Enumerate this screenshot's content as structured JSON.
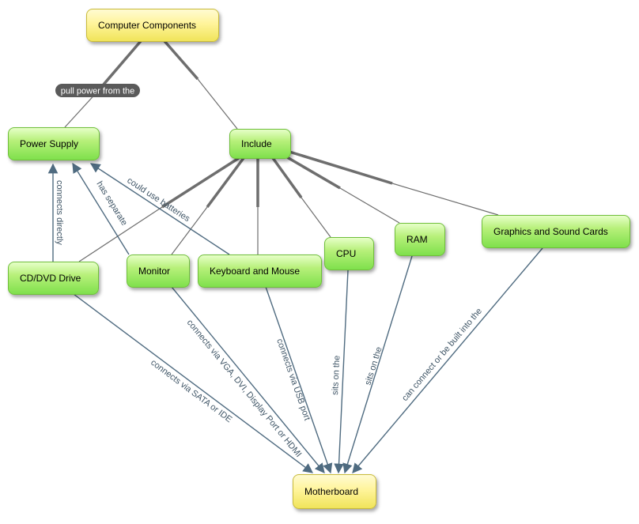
{
  "nodes": {
    "computer_components": "Computer Components",
    "power_supply": "Power Supply",
    "include": "Include",
    "cd_dvd_drive": "CD/DVD Drive",
    "monitor": "Monitor",
    "keyboard_mouse": "Keyboard and Mouse",
    "cpu": "CPU",
    "ram": "RAM",
    "graphics_sound": "Graphics and Sound Cards",
    "motherboard": "Motherboard"
  },
  "links": {
    "pull_power": "pull power from the",
    "connects_directly": "connects directly",
    "has_separate": "has separate",
    "could_use_batteries": "could use batteries",
    "sata_ide": "connects via SATA or IDE",
    "vga": "connects via VGA, DVI, Display Port or HDMI",
    "usb": "connects via USB port",
    "cpu_sits": "sits on the",
    "ram_sits": "sits on the",
    "graphics_built": "can connect or be built into the"
  },
  "colors": {
    "concept_green": "#8ee55a",
    "concept_yellow": "#fff27a",
    "link_line": "#707070",
    "arrow_line": "#4f6b80",
    "pill": "#5a5a5a"
  }
}
